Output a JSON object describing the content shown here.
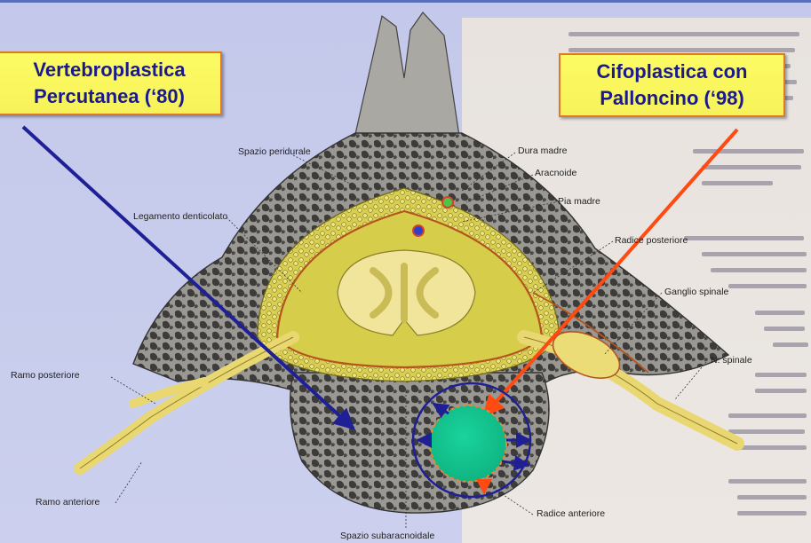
{
  "callouts": {
    "left": {
      "line1": "Vertebroplastica",
      "line2": "Percutanea (‘80)"
    },
    "right": {
      "line1": "Cifoplastica con",
      "line2": "Palloncino (‘98)"
    }
  },
  "labels": {
    "spazio_peridurale": "Spazio peridurale",
    "dura_madre": "Dura madre",
    "aracnoide": "Aracnoide",
    "pia_madre": "Pia madre",
    "legamento_denticolato": "Legamento denticolato",
    "radice_posteriore": "Radice posteriore",
    "ganglio_spinale": "Ganglio spinale",
    "n_spinale": "N. spinale",
    "ramo_posteriore": "Ramo posteriore",
    "ramo_anteriore": "Ramo anteriore",
    "radice_anteriore": "Radice anteriore",
    "spazio_subaracnoidale": "Spazio subaracnoidale"
  },
  "colors": {
    "callout_fill": "#f6f25a",
    "callout_border": "#e07a1f",
    "callout_text": "#1a1a8c",
    "left_arrow": "#1f1f96",
    "right_arrow": "#ff4a12",
    "balloon": "#11c48d",
    "balloon_ring": "#1f1f96"
  }
}
